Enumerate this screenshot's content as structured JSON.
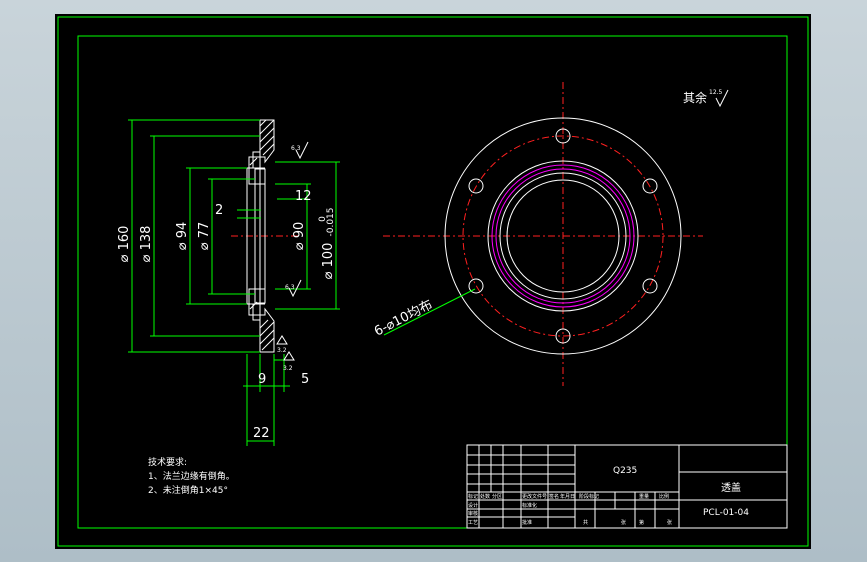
{
  "dimensions": {
    "d160": "⌀ 160",
    "d138": "⌀ 138",
    "d94": "⌀ 94",
    "d77": "⌀ 77",
    "d90": "⌀ 90",
    "d100": "⌀ 100",
    "d100_tol_upper": "0",
    "d100_tol_lower": "-0.015",
    "dim_12": "12",
    "dim_2": "2",
    "dim_9": "9",
    "dim_5": "5",
    "dim_22": "22"
  },
  "roughness": {
    "r1": "6.3",
    "r2": "6.3",
    "r3": "3.2",
    "r4": "3.2"
  },
  "hole_callout": "6-⌀10均布",
  "rest_roughness": "其余",
  "rest_roughness_value": "12.5",
  "tech_notes": {
    "title": "技术要求:",
    "line1": "1、法兰边缘有倒角。",
    "line2": "2、未注倒角1×45°"
  },
  "title_block": {
    "material": "Q235",
    "part_name": "透盖",
    "drawing_no": "PCL-01-04",
    "row_a": [
      "标记",
      "处数",
      "分区",
      "更改文件号",
      "签名",
      "年月日"
    ],
    "row_b": [
      "设计",
      "标准化",
      "阶段标记",
      "重量",
      "比例"
    ],
    "row_c": [
      "审核"
    ],
    "row_d": [
      "工艺",
      "批准",
      "共",
      "张",
      "第",
      "张"
    ]
  },
  "colors": {
    "frame": "#00ff00",
    "geometry": "#ffffff",
    "centerline": "#ff2020",
    "thread": "#ff00ff"
  }
}
